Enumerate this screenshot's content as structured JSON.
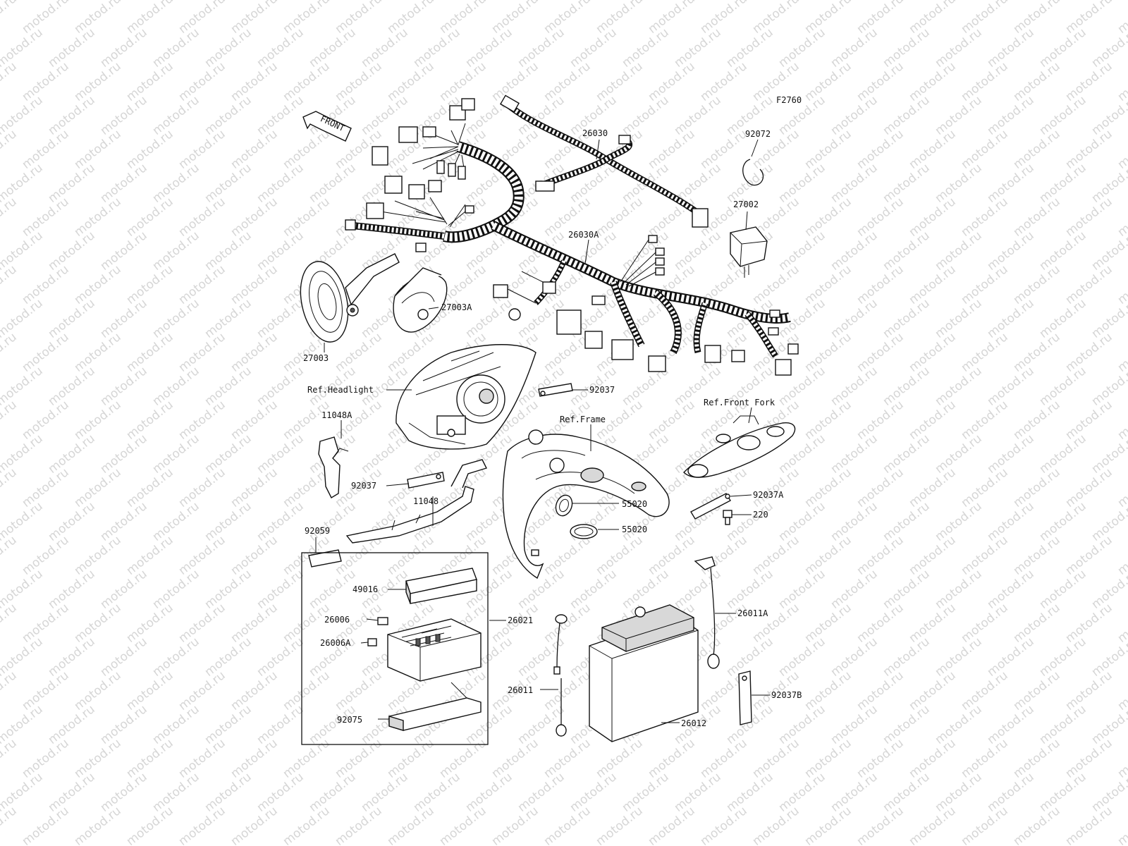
{
  "watermark": {
    "text": "motod.ru",
    "color": "#d6d6d6"
  },
  "figure_code": "F2760",
  "direction_arrow": {
    "label": "FRONT"
  },
  "labels": {
    "p26030": "26030",
    "p92072": "92072",
    "p27002": "27002",
    "p26030A": "26030A",
    "p27003A": "27003A",
    "p27003": "27003",
    "ref_headlight": "Ref.Headlight",
    "p92037_top": "92037",
    "p11048A": "11048A",
    "ref_front_fork": "Ref.Front Fork",
    "ref_frame": "Ref.Frame",
    "p92037_mid": "92037",
    "p11048": "11048",
    "p55020_a": "55020",
    "p55020_b": "55020",
    "p92037A": "92037A",
    "p220": "220",
    "p92059": "92059",
    "p49016": "49016",
    "p26006": "26006",
    "p26021": "26021",
    "p26006A": "26006A",
    "p26011A": "26011A",
    "p26011": "26011",
    "p92037B": "92037B",
    "p92075": "92075",
    "p26012": "26012"
  }
}
